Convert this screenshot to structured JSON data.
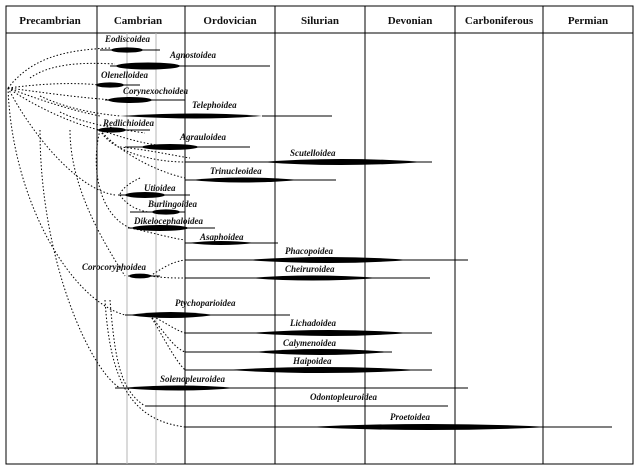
{
  "periods": [
    {
      "label": "Precambrian"
    },
    {
      "label": "Cambrian"
    },
    {
      "label": "Ordovician"
    },
    {
      "label": "Silurian"
    },
    {
      "label": "Devonian"
    },
    {
      "label": "Carboniferous"
    },
    {
      "label": "Permian"
    }
  ],
  "taxa": [
    {
      "label": "Eodiscoidea"
    },
    {
      "label": "Agnostoidea"
    },
    {
      "label": "Olenelloidea"
    },
    {
      "label": "Corynexochoidea"
    },
    {
      "label": "Telephoidea"
    },
    {
      "label": "Redlichioidea"
    },
    {
      "label": "Agrauloidea"
    },
    {
      "label": "Scutelloidea"
    },
    {
      "label": "Trinucleoidea"
    },
    {
      "label": "Utioidea"
    },
    {
      "label": "Burlingoidea"
    },
    {
      "label": "Dikelocephaloidea"
    },
    {
      "label": "Asaphoidea"
    },
    {
      "label": "Phacopoidea"
    },
    {
      "label": "Corocoryphoidea"
    },
    {
      "label": "Cheiruroidea"
    },
    {
      "label": "Ptychoparioidea"
    },
    {
      "label": "Lichadoidea"
    },
    {
      "label": "Calymenoidea"
    },
    {
      "label": "Haipoidea"
    },
    {
      "label": "Solenopleuroidea"
    },
    {
      "label": "Odontopleuroidea"
    },
    {
      "label": "Proetoidea"
    }
  ]
}
